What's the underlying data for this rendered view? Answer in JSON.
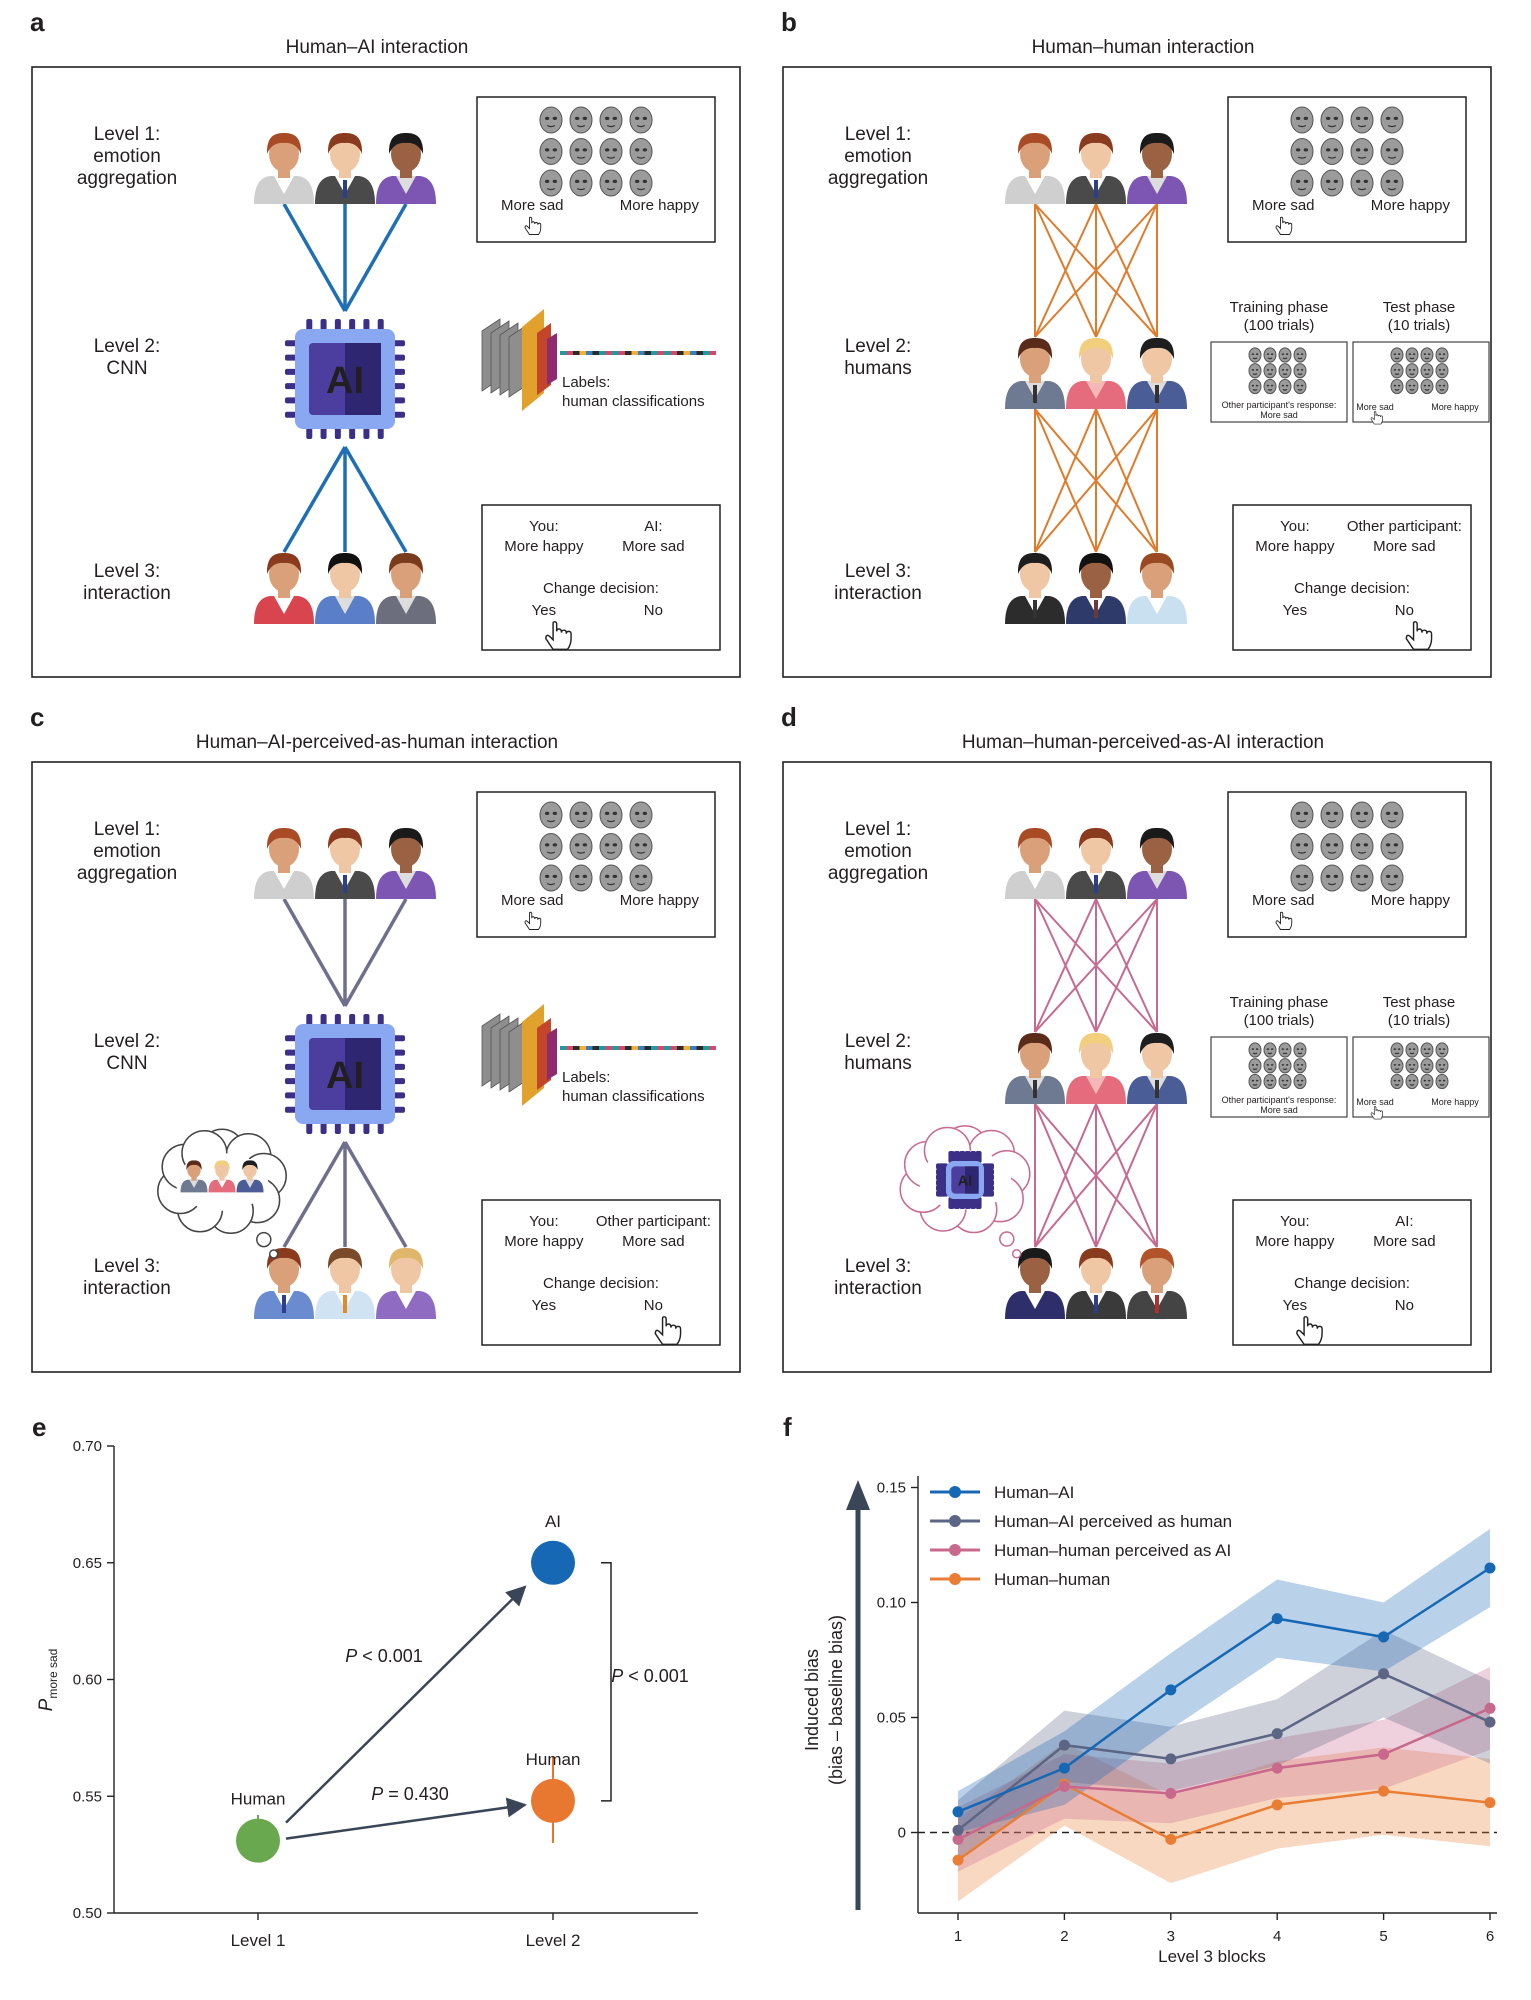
{
  "panels": {
    "a": {
      "letter": "a",
      "title": "Human–AI interaction",
      "level1": [
        "Level 1:",
        "emotion",
        "aggregation"
      ],
      "level2": [
        "Level 2:",
        "CNN"
      ],
      "level3": [
        "Level 3:",
        "interaction"
      ],
      "ai_chip_text": "AI",
      "top_box": {
        "left": "More sad",
        "right": "More happy"
      },
      "cnn_labels": [
        "Labels:",
        "human classifications"
      ],
      "decision_box": {
        "you": "You:",
        "you_val": "More happy",
        "other": "AI:",
        "other_val": "More sad",
        "change": "Change decision:",
        "yes": "Yes",
        "no": "No"
      }
    },
    "b": {
      "letter": "b",
      "title": "Human–human interaction",
      "level1": [
        "Level 1:",
        "emotion",
        "aggregation"
      ],
      "level2": [
        "Level 2:",
        "humans"
      ],
      "level3": [
        "Level 3:",
        "interaction"
      ],
      "top_box": {
        "left": "More sad",
        "right": "More happy"
      },
      "training": [
        "Training phase",
        "(100 trials)"
      ],
      "test": [
        "Test phase",
        "(10 trials)"
      ],
      "training_box": [
        "Other participant's response:",
        "More sad"
      ],
      "test_box": {
        "left": "More sad",
        "right": "More happy"
      },
      "decision_box": {
        "you": "You:",
        "you_val": "More happy",
        "other": "Other participant:",
        "other_val": "More sad",
        "change": "Change decision:",
        "yes": "Yes",
        "no": "No"
      }
    },
    "c": {
      "letter": "c",
      "title": "Human–AI-perceived-as-human interaction",
      "level1": [
        "Level 1:",
        "emotion",
        "aggregation"
      ],
      "level2": [
        "Level 2:",
        "CNN"
      ],
      "level3": [
        "Level 3:",
        "interaction"
      ],
      "ai_chip_text": "AI",
      "top_box": {
        "left": "More sad",
        "right": "More happy"
      },
      "cnn_labels": [
        "Labels:",
        "human classifications"
      ],
      "decision_box": {
        "you": "You:",
        "you_val": "More happy",
        "other": "Other participant:",
        "other_val": "More sad",
        "change": "Change decision:",
        "yes": "Yes",
        "no": "No"
      }
    },
    "d": {
      "letter": "d",
      "title": "Human–human-perceived-as-AI interaction",
      "level1": [
        "Level 1:",
        "emotion",
        "aggregation"
      ],
      "level2": [
        "Level 2:",
        "humans"
      ],
      "level3": [
        "Level 3:",
        "interaction"
      ],
      "ai_chip_text": "AI",
      "top_box": {
        "left": "More sad",
        "right": "More happy"
      },
      "training": [
        "Training phase",
        "(100 trials)"
      ],
      "test": [
        "Test phase",
        "(10 trials)"
      ],
      "training_box": [
        "Other participant's response:",
        "More sad"
      ],
      "test_box": {
        "left": "More sad",
        "right": "More happy"
      },
      "decision_box": {
        "you": "You:",
        "you_val": "More happy",
        "other": "AI:",
        "other_val": "More sad",
        "change": "Change decision:",
        "yes": "Yes",
        "no": "No"
      }
    }
  },
  "colors": {
    "a_lines": "#1f6fb5",
    "b_lines": "#e07b2b",
    "c_lines": "#6e6f8c",
    "d_lines": "#c76a92",
    "chip_dark": "#3b2f86",
    "chip_light": "#8aa7f2"
  },
  "chart_data": [
    {
      "letter": "e",
      "type": "scatter",
      "ylabel": "P",
      "ylabel_sub": "more sad",
      "categories": [
        "Level 1",
        "Level 2"
      ],
      "ylim": [
        0.5,
        0.7
      ],
      "yticks": [
        "0.50",
        "0.55",
        "0.60",
        "0.65",
        "0.70"
      ],
      "points": [
        {
          "label": "Human",
          "category": "Level 1",
          "value": 0.531,
          "err": [
            0.522,
            0.542
          ],
          "color": "#6aa84f"
        },
        {
          "label": "AI",
          "category": "Level 2",
          "value": 0.65,
          "err": [
            0.645,
            0.655
          ],
          "color": "#1668b5"
        },
        {
          "label": "Human",
          "category": "Level 2",
          "value": 0.548,
          "err": [
            0.53,
            0.567
          ],
          "color": "#e8782f"
        }
      ],
      "annotations": [
        {
          "text_italic": "P",
          "text": " < 0.001"
        },
        {
          "text_italic": "P",
          "text": " = 0.430"
        },
        {
          "text_italic": "P",
          "text": " < 0.001"
        }
      ]
    },
    {
      "letter": "f",
      "type": "line",
      "xlabel": "Level 3 blocks",
      "ylabel": [
        "Induced bias",
        "(bias – baseline bias)"
      ],
      "x": [
        1,
        2,
        3,
        4,
        5,
        6
      ],
      "xticks": [
        "1",
        "2",
        "3",
        "4",
        "5",
        "6"
      ],
      "ylim": [
        -0.035,
        0.155
      ],
      "yticks": [
        {
          "label": "0",
          "value": 0.0
        },
        {
          "label": "0.05",
          "value": 0.05
        },
        {
          "label": "0.10",
          "value": 0.1
        },
        {
          "label": "0.15",
          "value": 0.15
        }
      ],
      "legend_position": "top-left",
      "series": [
        {
          "name": "Human–AI",
          "color": "#1668b5",
          "values": [
            0.009,
            0.028,
            0.062,
            0.093,
            0.085,
            0.115
          ],
          "lower": [
            0.0,
            0.012,
            0.045,
            0.076,
            0.07,
            0.098
          ],
          "upper": [
            0.018,
            0.044,
            0.078,
            0.11,
            0.1,
            0.132
          ]
        },
        {
          "name": "Human–AI perceived as human",
          "color": "#5d6585",
          "values": [
            0.001,
            0.038,
            0.032,
            0.043,
            0.069,
            0.048
          ],
          "lower": [
            -0.012,
            0.022,
            0.018,
            0.029,
            0.05,
            0.03
          ],
          "upper": [
            0.014,
            0.053,
            0.046,
            0.058,
            0.088,
            0.066
          ]
        },
        {
          "name": "Human–human perceived as AI",
          "color": "#c7688c",
          "values": [
            -0.003,
            0.02,
            0.017,
            0.028,
            0.034,
            0.054
          ],
          "lower": [
            -0.017,
            0.006,
            0.004,
            0.015,
            0.019,
            0.036
          ],
          "upper": [
            0.011,
            0.034,
            0.03,
            0.041,
            0.049,
            0.072
          ]
        },
        {
          "name": "Human–human",
          "color": "#ea7d34",
          "values": [
            -0.012,
            0.021,
            -0.003,
            0.012,
            0.018,
            0.013
          ],
          "lower": [
            -0.03,
            0.003,
            -0.022,
            -0.007,
            -0.001,
            -0.006
          ],
          "upper": [
            0.006,
            0.039,
            0.016,
            0.031,
            0.037,
            0.032
          ]
        }
      ]
    }
  ]
}
